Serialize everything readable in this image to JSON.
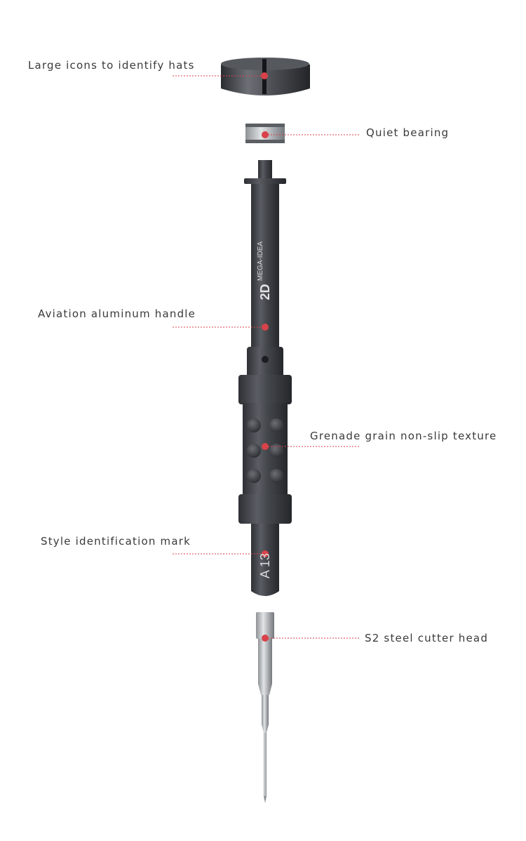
{
  "callouts": {
    "hats": "Large icons to identify hats",
    "bearing": "Quiet bearing",
    "handle": "Aviation aluminum handle",
    "grain": "Grenade grain non-slip texture",
    "mark": "Style identification mark",
    "head": "S2 steel cutter head"
  },
  "product_marks": {
    "brand": "MEGA-IDEA",
    "model": "2D",
    "style_code": "A 13"
  },
  "colors": {
    "callout_dot": "#d9424a",
    "leader_line": "#d9424a",
    "label_text": "#3a3a3a",
    "metal_dark": "#3b3d42",
    "metal_light": "#b9bcc0"
  }
}
